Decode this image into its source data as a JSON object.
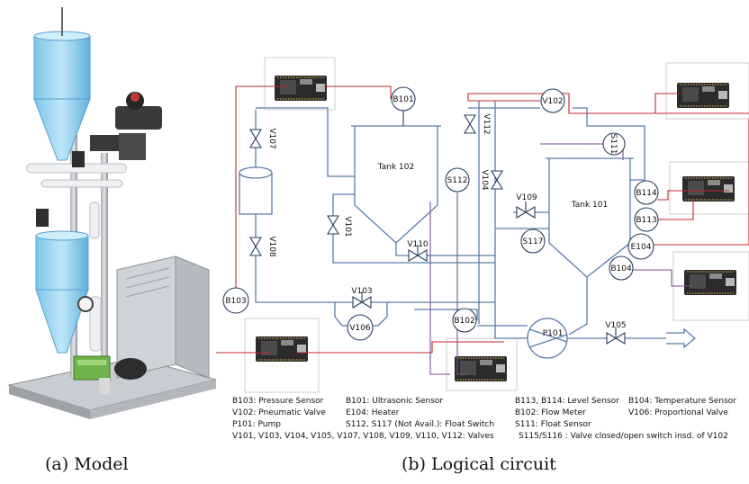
{
  "captions": {
    "model": "(a) Model",
    "circuit": "(b) Logical circuit"
  },
  "tanks": {
    "tank102": "Tank 102",
    "tank101": "Tank 101"
  },
  "sensors": {
    "b101": "B101",
    "b102": "B102",
    "b103": "B103",
    "b104": "B104",
    "b113": "B113",
    "b114": "B114",
    "e104": "E104",
    "s111": "S111",
    "s112": "S112",
    "s117": "S117",
    "v102": "V102",
    "v106": "V106",
    "p101": "P101"
  },
  "valves": {
    "v101": "V101",
    "v103": "V103",
    "v104": "V104",
    "v105": "V105",
    "v107": "V107",
    "v108": "V108",
    "v109": "V109",
    "v110": "V110",
    "v112": "V112"
  },
  "legend": {
    "l1": "B103: Pressure Sensor",
    "l2": "V102: Pneumatic Valve",
    "l3": "P101: Pump",
    "l4": "V101, V103, V104, V105, V107, V108, V109, V110, V112: Valves",
    "l5": "B101: Ultrasonic Sensor",
    "l6": "E104: Heater",
    "l7": "S112, S117 (Not Avail.): Float Switch",
    "l8": "B113, B114: Level Sensor",
    "l9": "B102: Flow Meter",
    "l10": "S111: Float Sensor",
    "l11": "S115/S116 : Valve closed/open switch  insd. of  V102",
    "l12": "B104: Temperature Sensor",
    "l13": "V106: Proportional Valve"
  },
  "colors": {
    "pipe": "#5a7ca8",
    "wire_red": "#c0272d",
    "wire_purple": "#7b4e93",
    "board": "#2e2e2e"
  }
}
